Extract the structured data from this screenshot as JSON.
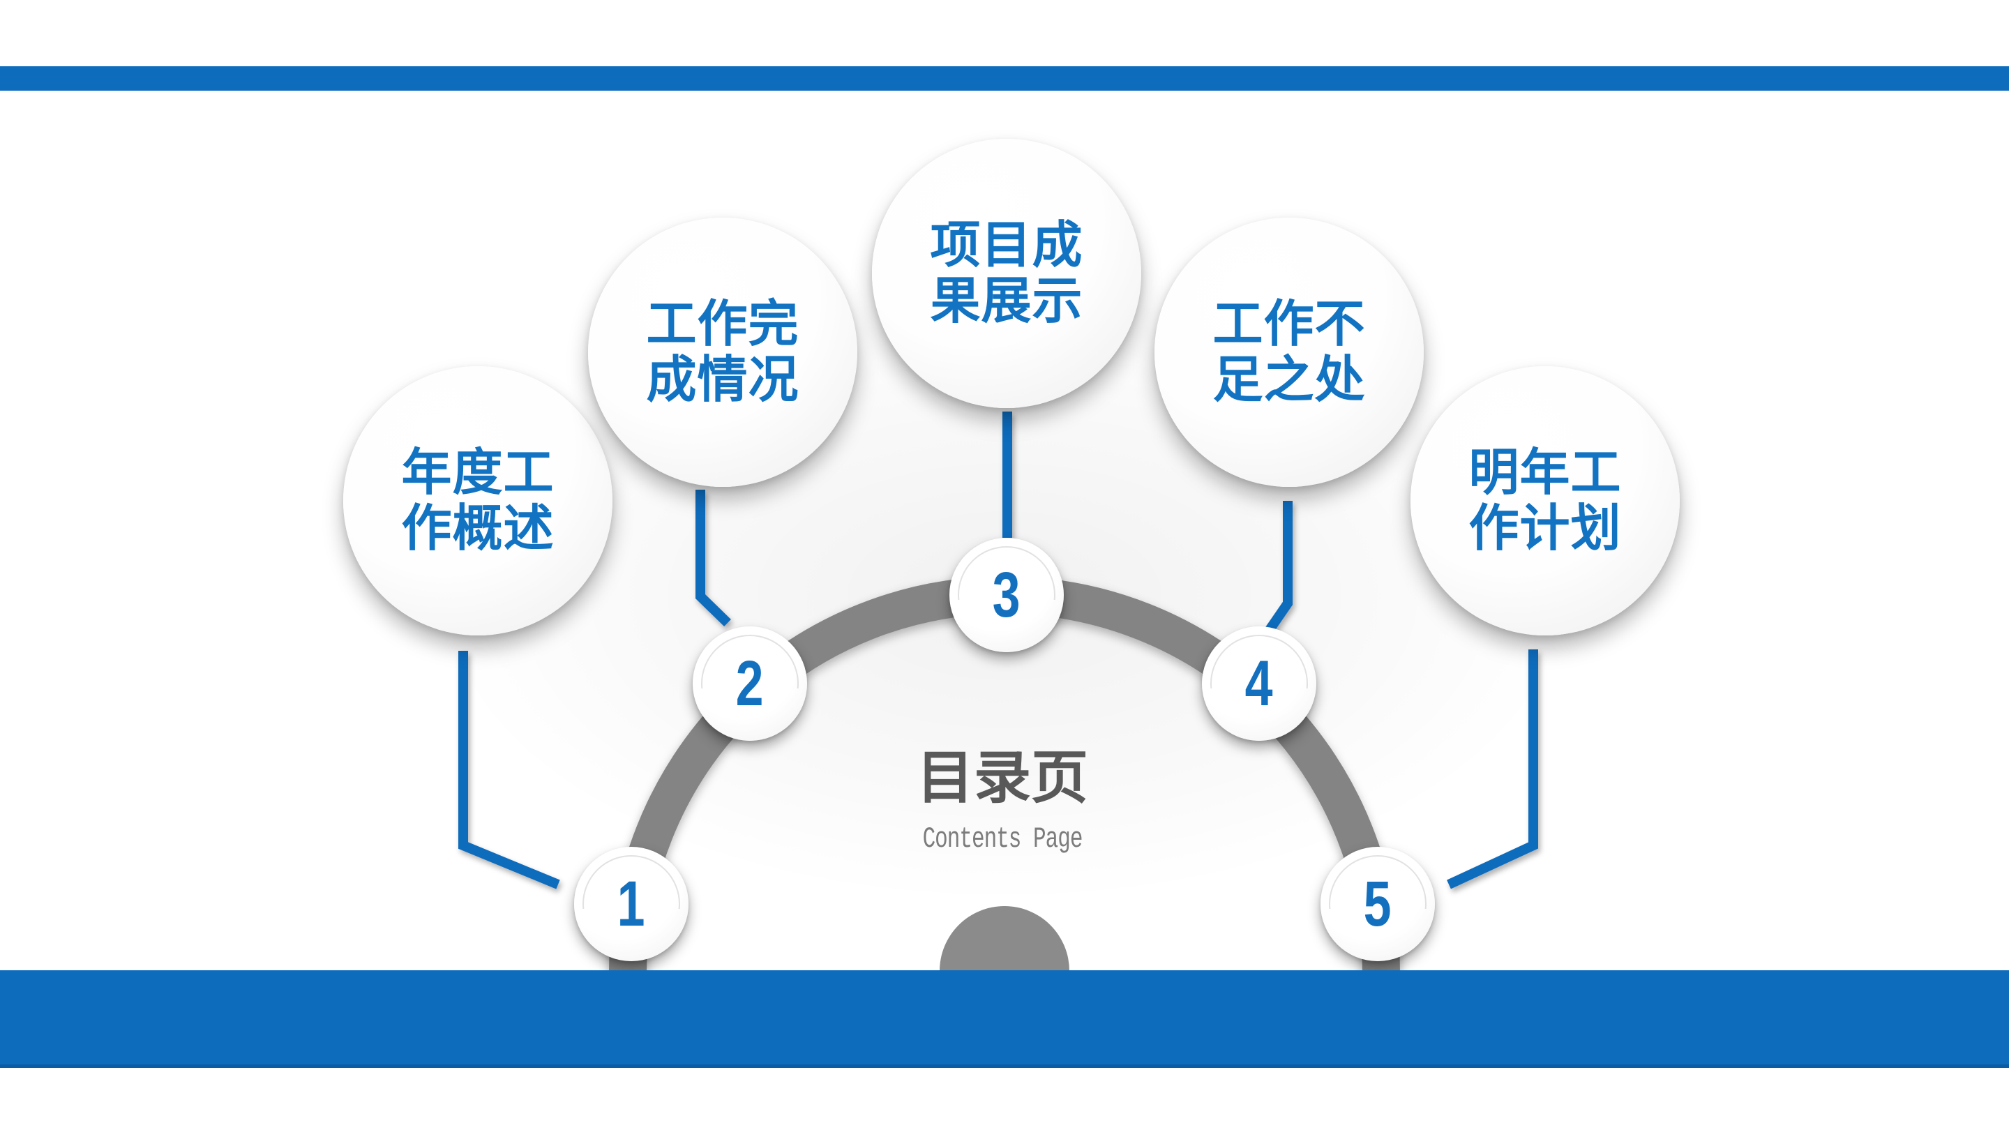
{
  "slide": {
    "title": "目录页",
    "subtitle": "Contents Page"
  },
  "items": [
    {
      "number": "1",
      "label": "年度工作概述",
      "lines": [
        "年度工",
        "作概述"
      ]
    },
    {
      "number": "2",
      "label": "工作完成情况",
      "lines": [
        "工作完",
        "成情况"
      ]
    },
    {
      "number": "3",
      "label": "项目成果展示",
      "lines": [
        "项目成",
        "果展示"
      ]
    },
    {
      "number": "4",
      "label": "工作不足之处",
      "lines": [
        "工作不",
        "足之处"
      ]
    },
    {
      "number": "5",
      "label": "明年工作计划",
      "lines": [
        "作计划",
        "明年工"
      ]
    }
  ],
  "colors": {
    "accent_blue": "#0e6cbd",
    "accent_blue_dark": "#0b5ca3",
    "label_blue": "#1173c2",
    "number_blue": "#1270bf",
    "arc_gray": "#848484",
    "dome_gray": "#8b8b8b",
    "title_gray": "#595959",
    "subtitle_gray": "#7c7c7c"
  }
}
